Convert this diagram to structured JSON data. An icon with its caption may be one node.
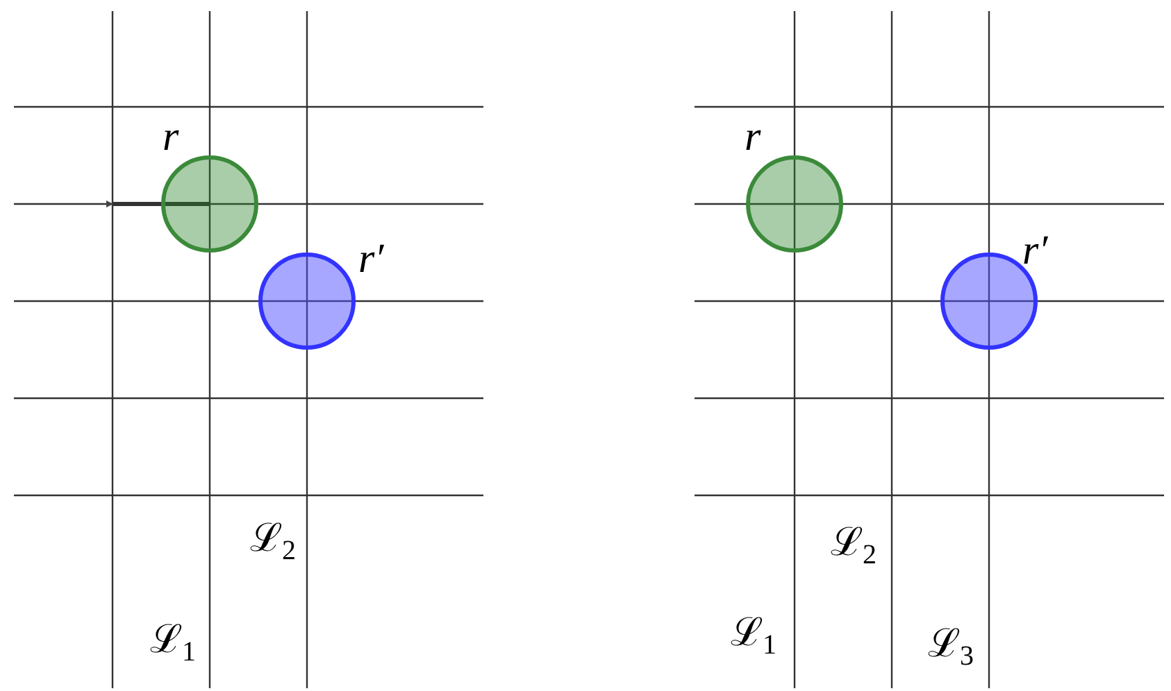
{
  "diagram": {
    "nodes": [
      {
        "text": [],
        "shape": "circle",
        "beside": [
          "r"
        ]
      },
      {
        "text": [],
        "shape": "circle",
        "beside": [
          "r′"
        ]
      },
      {
        "text": [],
        "shape": "circle",
        "beside": [
          "r"
        ]
      },
      {
        "text": [],
        "shape": "circle",
        "beside": [
          "r′"
        ]
      }
    ],
    "labels": [
      "ℒ$_{2}$",
      "ℒ$_{1}$",
      "ℒ$_{2}$",
      "ℒ$_{1}$",
      "ℒ$_{3}$"
    ]
  }
}
